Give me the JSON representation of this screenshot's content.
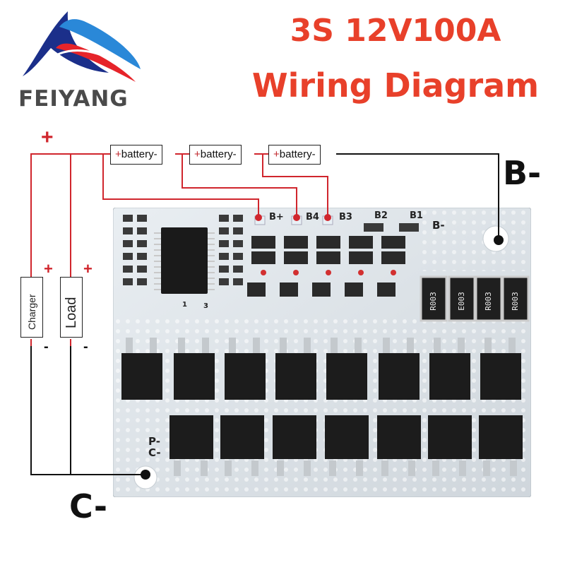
{
  "logo": {
    "brand_name": "FEIYANG",
    "colors": {
      "dark_blue": "#1b2f8a",
      "light_blue": "#2a88d8",
      "red": "#e6242a",
      "grey": "#4a4a4a"
    }
  },
  "title": {
    "line1": "3S 12V100A",
    "line2": "Wiring Diagram",
    "color": "#e8402a"
  },
  "batteries": [
    {
      "plus": "+",
      "label": "battery",
      "minus": "-"
    },
    {
      "plus": "+",
      "label": "battery",
      "minus": "-"
    },
    {
      "plus": "+",
      "label": "battery",
      "minus": "-"
    }
  ],
  "wiring": {
    "main_plus": "+",
    "charger": {
      "label": "Charger",
      "plus": "+",
      "minus": "-"
    },
    "load": {
      "label": "Load",
      "plus": "+",
      "minus": "-"
    },
    "b_minus": "B-",
    "c_minus": "C-",
    "colors": {
      "positive": "#d0262d",
      "negative": "#111111"
    }
  },
  "pcb": {
    "pads": [
      "B+",
      "B4",
      "B3",
      "B2",
      "B1",
      "B-"
    ],
    "outputs": [
      "P-",
      "C-"
    ],
    "ic_pins": [
      "1",
      "3"
    ],
    "resistors": [
      "R003",
      "E003",
      "R003",
      "R003"
    ],
    "small_parts": "151",
    "mosfet_rows": [
      8,
      7
    ]
  }
}
